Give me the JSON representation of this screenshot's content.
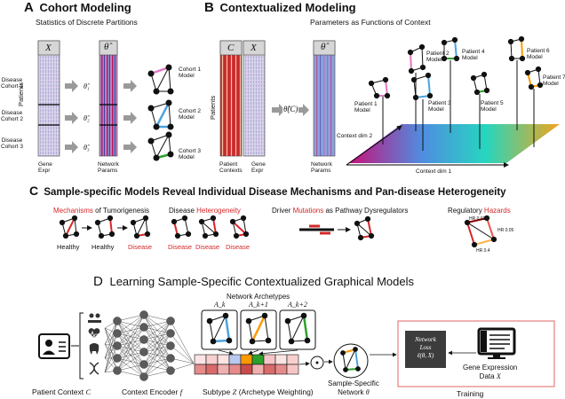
{
  "panelA": {
    "letter": "A",
    "title": "Cohort Modeling",
    "subtitle": "Statistics of Discrete Partitions",
    "x_symbol": "X",
    "theta_symbol": "θ̂",
    "patients_label": "Patients",
    "cohorts": [
      "Disease\nCohort 1",
      "Disease\nCohort 2",
      "Disease\nCohort 3"
    ],
    "thetas": [
      "θ̂₁",
      "θ̂₂",
      "θ̂₃"
    ],
    "models": [
      "Cohort 1\nModel",
      "Cohort 2\nModel",
      "Cohort 3\nModel"
    ],
    "gene_expr": "Gene\nExpr",
    "network_params": "Network\nParams"
  },
  "panelB": {
    "letter": "B",
    "title": "Contextualized Modeling",
    "subtitle": "Parameters as Functions of Context",
    "c_symbol": "C",
    "x_symbol": "X",
    "theta_symbol": "θ̂",
    "patients_label": "Patients",
    "function_label": "θ̂(C)",
    "patient_contexts": "Patient\nContexts",
    "gene_expr": "Gene\nExpr",
    "network_params": "Network\nParams",
    "context_dim1": "Context dim 1",
    "context_dim2": "Context dim 2",
    "patient_models": [
      "Patient 1\nModel",
      "Patient 2\nModel",
      "Patient 3\nModel",
      "Patient 4\nModel",
      "Patient 5\nModel",
      "Patient 6\nModel",
      "Patient 7\nModel"
    ]
  },
  "panelC": {
    "letter": "C",
    "title": "Sample-specific Models Reveal Individual Disease Mechanisms and Pan-disease Heterogeneity",
    "groups": [
      {
        "pre": "",
        "red": "Mechanisms",
        "post": " of Tumorigenesis"
      },
      {
        "pre": "Disease ",
        "red": "Heterogeneity",
        "post": ""
      },
      {
        "pre": "Driver ",
        "red": "Mutations",
        "post": " as Pathway Dysregulators"
      },
      {
        "pre": "Regulatory ",
        "red": "Hazards",
        "post": ""
      }
    ],
    "state_labels": [
      "Healthy",
      "Healthy",
      "Disease"
    ],
    "disease_labels": [
      "Disease",
      "Disease",
      "Disease"
    ],
    "hazard_labels": [
      "HR 0.01",
      "HR 0.05",
      "HR 0.4"
    ]
  },
  "panelD": {
    "letter": "D",
    "title": "Learning Sample-Specific Contextualized Graphical Models",
    "archetypes_title": "Network Archetypes",
    "archetypes": [
      "A_k",
      "A_k+1",
      "A_k+2"
    ],
    "patient_context": "Patient Context",
    "patient_context_sym": "C",
    "context_encoder": "Context Encoder",
    "context_encoder_sym": "f",
    "subtype": "Subtype",
    "subtype_sym": "Z",
    "subtype_post": "(Archetype Weighting)",
    "sample_network": "Sample-Specific\nNetwork",
    "sample_network_sym": "θ",
    "loss_lines": [
      "Network",
      "Loss",
      "ℓ(θ, X)"
    ],
    "gene_expression": "Gene Expression\nData",
    "gene_expression_sym": "X",
    "training": "Training"
  },
  "colors": {
    "red": "#d62728",
    "pink": "#e377c2",
    "blue": "#1f77b4",
    "lightblue": "#6baed6",
    "green": "#2ca02c",
    "orange": "#ff9900",
    "darkred": "#8b0000"
  }
}
